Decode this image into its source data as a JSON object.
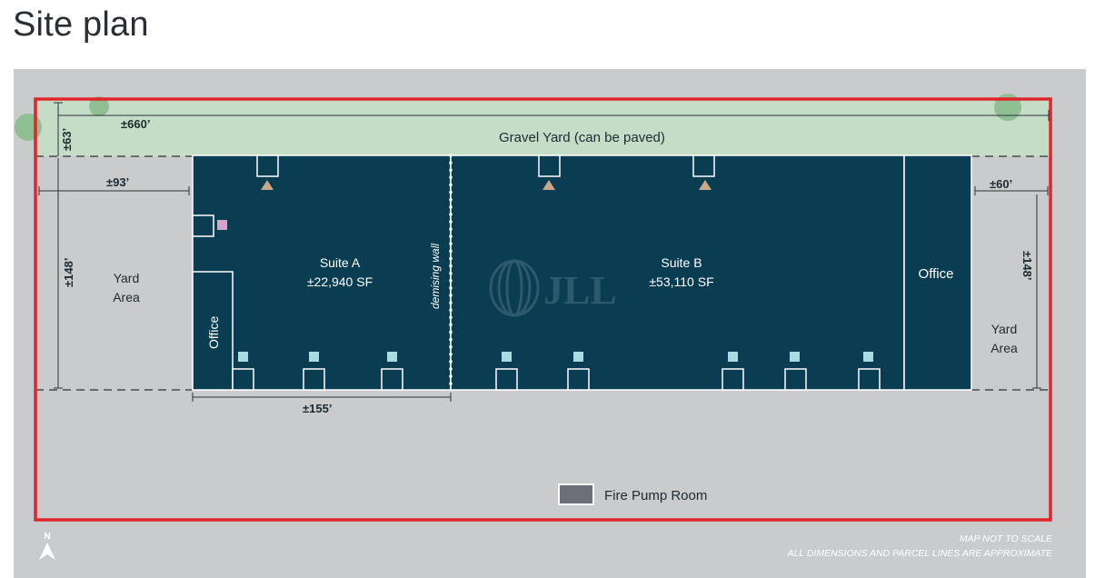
{
  "page": {
    "title": "Site plan"
  },
  "plan": {
    "gravel_yard": "Gravel Yard (can be paved)",
    "suite_a": {
      "name": "Suite A",
      "area": "±22,940 SF"
    },
    "suite_b": {
      "name": "Suite B",
      "area": "±53,110 SF"
    },
    "demising_wall": "demising wall",
    "office_a": "Office",
    "office_b": "Office",
    "yard_left": {
      "line1": "Yard",
      "line2": "Area"
    },
    "yard_right": {
      "line1": "Yard",
      "line2": "Area"
    },
    "watermark": "JLL",
    "dimensions": {
      "total_width": "±660’",
      "gravel_depth": "±63’",
      "left_yard_width": "±93’",
      "right_yard_width": "±60’",
      "building_depth_left": "±148’",
      "building_depth_right": "±148’",
      "suite_a_width": "±155’"
    },
    "legend": {
      "fire_pump_room": "Fire Pump Room"
    },
    "north_label": "N",
    "notes": {
      "line1": "MAP NOT TO SCALE",
      "line2": "ALL DIMENSIONS AND PARCEL LINES ARE APPROXIMATE"
    }
  },
  "colors": {
    "background": "#c9cbcd",
    "building": "#0a3d52",
    "parcel_line": "#e0262b",
    "gravel": "#c5ddc7",
    "tree": "#8fbf93",
    "dock_marker": "#a9dbe3",
    "fire_pump": "#6c6f78",
    "ramp": "#c8a888",
    "pink_marker": "#d9a3c9"
  }
}
